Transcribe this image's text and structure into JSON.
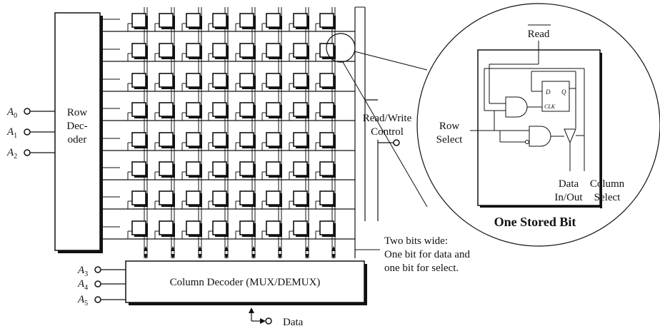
{
  "row_decoder": {
    "label_lines": [
      "Row",
      "Dec-",
      "oder"
    ]
  },
  "address_inputs": {
    "row": [
      {
        "name": "A",
        "sub": "0"
      },
      {
        "name": "A",
        "sub": "1"
      },
      {
        "name": "A",
        "sub": "2"
      }
    ],
    "column": [
      {
        "name": "A",
        "sub": "3"
      },
      {
        "name": "A",
        "sub": "4"
      },
      {
        "name": "A",
        "sub": "5"
      }
    ]
  },
  "column_decoder": {
    "label": "Column Decoder (MUX/DEMUX)"
  },
  "data_pin": {
    "label": "Data"
  },
  "read_write": {
    "line1": "Read/Write",
    "line2": "Control"
  },
  "bus_note": {
    "lines": [
      "Two bits wide:",
      "One bit for data and",
      "one bit for select."
    ]
  },
  "cell_detail": {
    "read_label": "Read",
    "row_select_lines": [
      "Row",
      "Select"
    ],
    "data_io_lines": [
      "Data",
      "In/Out"
    ],
    "column_select_lines": [
      "Column",
      "Select"
    ],
    "flipflop": {
      "d": "D",
      "q": "Q",
      "clk": "CLK"
    },
    "title": "One Stored Bit"
  }
}
